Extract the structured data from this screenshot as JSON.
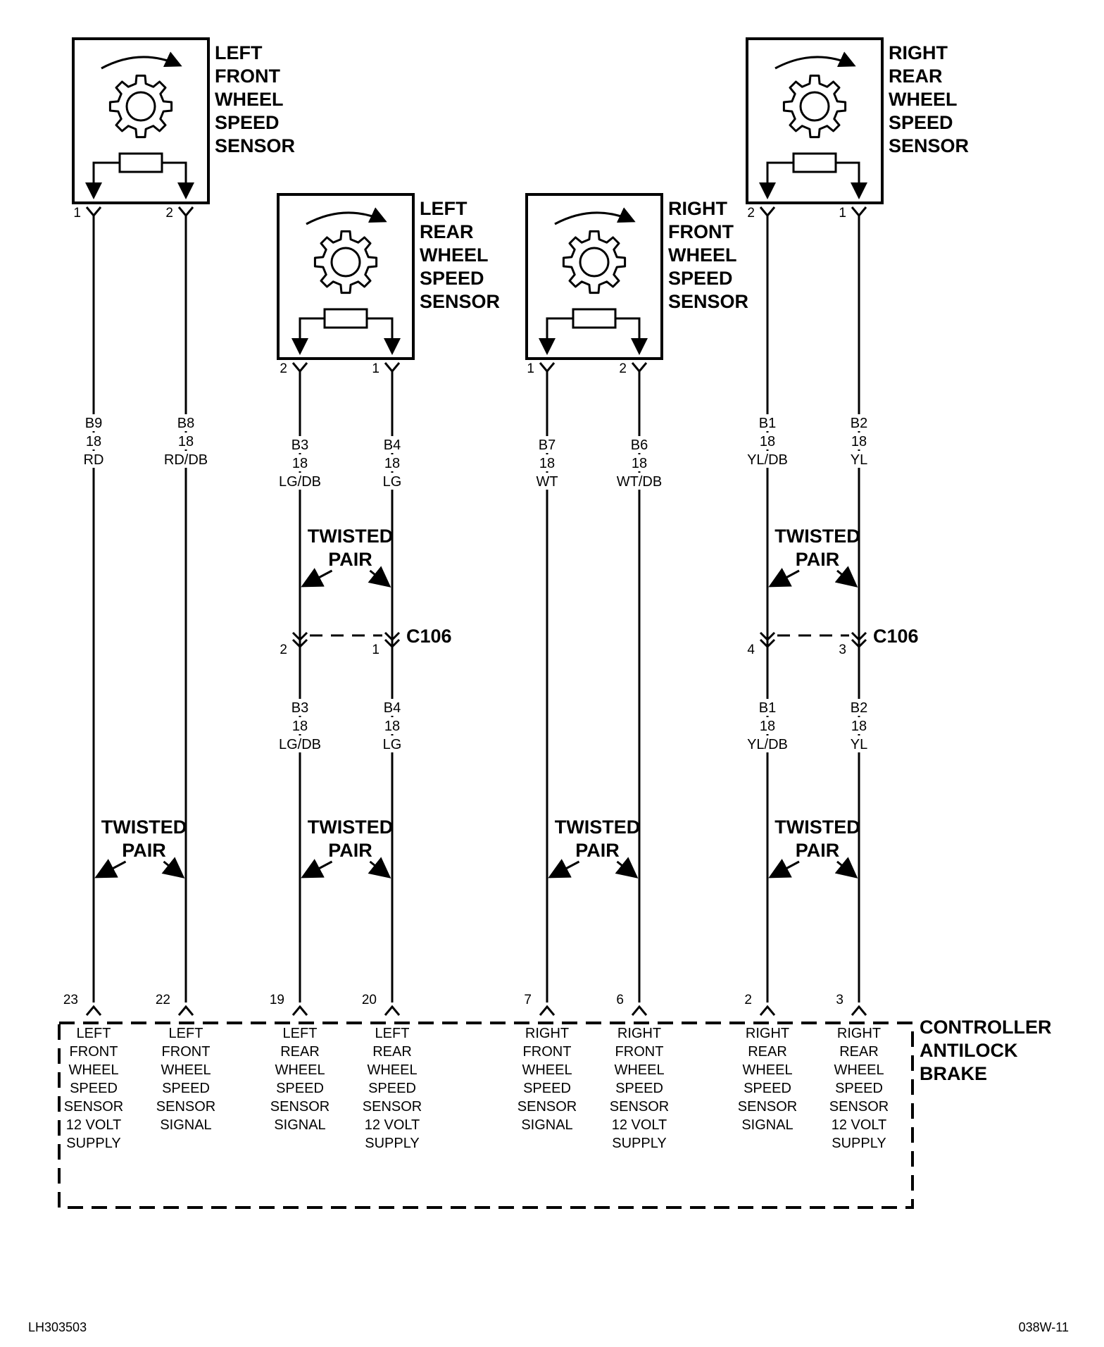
{
  "sensors": [
    {
      "id": "left-front",
      "label_lines": [
        "LEFT",
        "FRONT",
        "WHEEL",
        "SPEED",
        "SENSOR"
      ],
      "pin_left": "1",
      "pin_right": "2"
    },
    {
      "id": "left-rear",
      "label_lines": [
        "LEFT",
        "REAR",
        "WHEEL",
        "SPEED",
        "SENSOR"
      ],
      "pin_left": "2",
      "pin_right": "1"
    },
    {
      "id": "right-front",
      "label_lines": [
        "RIGHT",
        "FRONT",
        "WHEEL",
        "SPEED",
        "SENSOR"
      ],
      "pin_left": "1",
      "pin_right": "2"
    },
    {
      "id": "right-rear",
      "label_lines": [
        "RIGHT",
        "REAR",
        "WHEEL",
        "SPEED",
        "SENSOR"
      ],
      "pin_left": "2",
      "pin_right": "1"
    }
  ],
  "wire_labels_upper": [
    [
      "B9",
      "18",
      "RD"
    ],
    [
      "B8",
      "18",
      "RD/DB"
    ],
    [
      "B3",
      "18",
      "LG/DB"
    ],
    [
      "B4",
      "18",
      "LG"
    ],
    [
      "B7",
      "18",
      "WT"
    ],
    [
      "B6",
      "18",
      "WT/DB"
    ],
    [
      "B1",
      "18",
      "YL/DB"
    ],
    [
      "B2",
      "18",
      "YL"
    ]
  ],
  "wire_labels_lower": [
    [
      "B3",
      "18",
      "LG/DB"
    ],
    [
      "B4",
      "18",
      "LG"
    ],
    [
      "B1",
      "18",
      "YL/DB"
    ],
    [
      "B2",
      "18",
      "YL"
    ]
  ],
  "twisted_pair_lines": [
    "TWISTED",
    "PAIR"
  ],
  "connectors": [
    {
      "name": "C106",
      "pin_left": "2",
      "pin_right": "1"
    },
    {
      "name": "C106",
      "pin_left": "4",
      "pin_right": "3"
    }
  ],
  "controller": {
    "label_lines": [
      "CONTROLLER",
      "ANTILOCK",
      "BRAKE"
    ],
    "pins": [
      {
        "pin": "23",
        "func": [
          "LEFT",
          "FRONT",
          "WHEEL",
          "SPEED",
          "SENSOR",
          "12 VOLT",
          "SUPPLY"
        ]
      },
      {
        "pin": "22",
        "func": [
          "LEFT",
          "FRONT",
          "WHEEL",
          "SPEED",
          "SENSOR",
          "SIGNAL"
        ]
      },
      {
        "pin": "19",
        "func": [
          "LEFT",
          "REAR",
          "WHEEL",
          "SPEED",
          "SENSOR",
          "SIGNAL"
        ]
      },
      {
        "pin": "20",
        "func": [
          "LEFT",
          "REAR",
          "WHEEL",
          "SPEED",
          "SENSOR",
          "12 VOLT",
          "SUPPLY"
        ]
      },
      {
        "pin": "7",
        "func": [
          "RIGHT",
          "FRONT",
          "WHEEL",
          "SPEED",
          "SENSOR",
          "SIGNAL"
        ]
      },
      {
        "pin": "6",
        "func": [
          "RIGHT",
          "FRONT",
          "WHEEL",
          "SPEED",
          "SENSOR",
          "12 VOLT",
          "SUPPLY"
        ]
      },
      {
        "pin": "2",
        "func": [
          "RIGHT",
          "REAR",
          "WHEEL",
          "SPEED",
          "SENSOR",
          "SIGNAL"
        ]
      },
      {
        "pin": "3",
        "func": [
          "RIGHT",
          "REAR",
          "WHEEL",
          "SPEED",
          "SENSOR",
          "12 VOLT",
          "SUPPLY"
        ]
      }
    ]
  },
  "footer": {
    "left_code": "LH303503",
    "right_code": "038W-11"
  }
}
